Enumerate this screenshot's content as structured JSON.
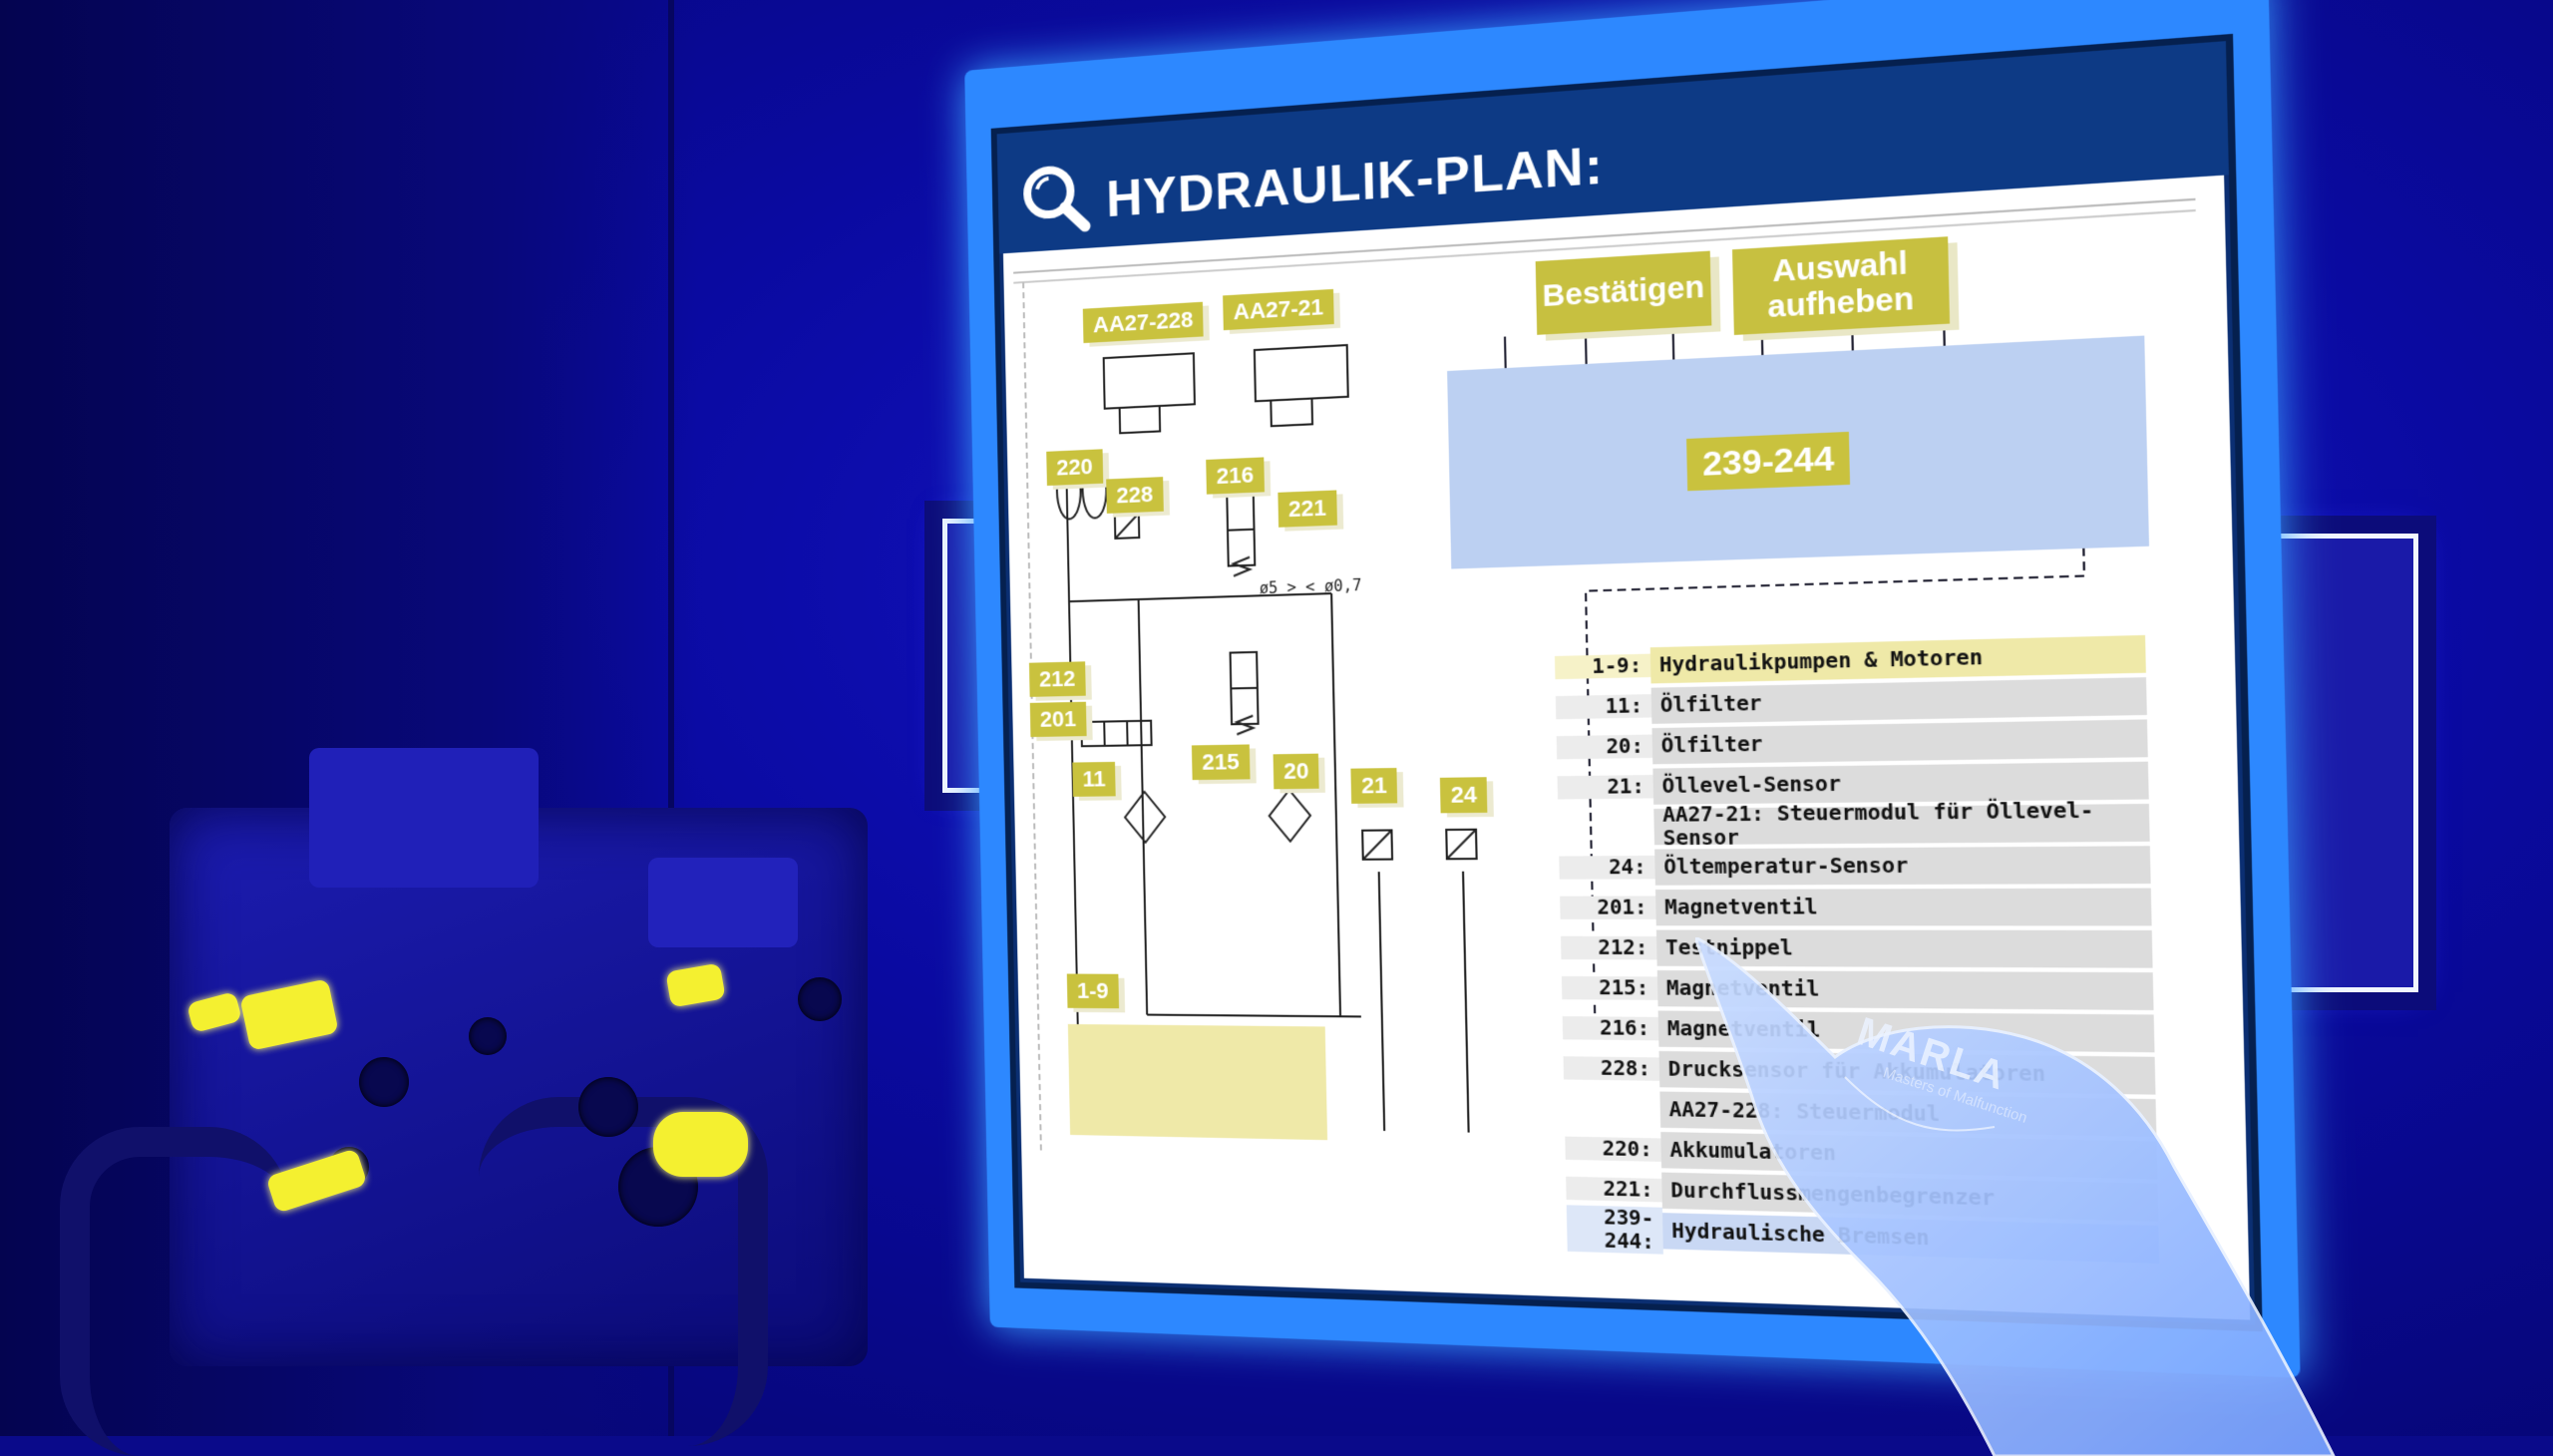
{
  "header": {
    "title": "HYDRAULIK-PLAN:"
  },
  "buttons": {
    "confirm": "Bestätigen",
    "deselect": "Auswahl aufheben"
  },
  "tags": {
    "aa27_228": "AA27-228",
    "aa27_21": "AA27-21",
    "t220": "220",
    "t228": "228",
    "t216": "216",
    "t221": "221",
    "t212": "212",
    "t201": "201",
    "t11": "11",
    "t215": "215",
    "t20": "20",
    "t21": "21",
    "t24": "24",
    "t1_9": "1-9",
    "t239_244": "239-244"
  },
  "schematic_text": {
    "orifice": "ø5 > < ø0,7"
  },
  "legend": [
    {
      "key": "1-9:",
      "label": "Hydraulikpumpen & Motoren",
      "style": "hl"
    },
    {
      "key": "11:",
      "label": "Ölfilter",
      "style": "grey"
    },
    {
      "key": "20:",
      "label": "Ölfilter",
      "style": "grey"
    },
    {
      "key": "21:",
      "label": "Öllevel-Sensor",
      "style": "grey"
    },
    {
      "key": "",
      "label": "AA27-21: Steuermodul für Öllevel-Sensor",
      "style": "grey"
    },
    {
      "key": "24:",
      "label": "Öltemperatur-Sensor",
      "style": "grey"
    },
    {
      "key": "201:",
      "label": "Magnetventil",
      "style": "grey"
    },
    {
      "key": "212:",
      "label": "Testnippel",
      "style": "grey"
    },
    {
      "key": "215:",
      "label": "Magnetventil",
      "style": "grey"
    },
    {
      "key": "216:",
      "label": "Magnetventil",
      "style": "grey"
    },
    {
      "key": "228:",
      "label": "Drucksensor für Akkumulatoren",
      "style": "grey"
    },
    {
      "key": "",
      "label": "AA27-228: Steuermodul",
      "style": "grey"
    },
    {
      "key": "220:",
      "label": "Akkumulatoren",
      "style": "grey"
    },
    {
      "key": "221:",
      "label": "Durchflussmengenbegrenzer",
      "style": "grey"
    },
    {
      "key": "239-244:",
      "label": "Hydraulische Bremsen",
      "style": "blue"
    }
  ],
  "glove": {
    "brand": "MARLA",
    "tagline": "Masters of Malfunction"
  },
  "colors": {
    "accent": "#2d88ff",
    "tag": "#c9c23e",
    "highlight": "#efe9a8",
    "brakes": "#bcd0f2"
  }
}
